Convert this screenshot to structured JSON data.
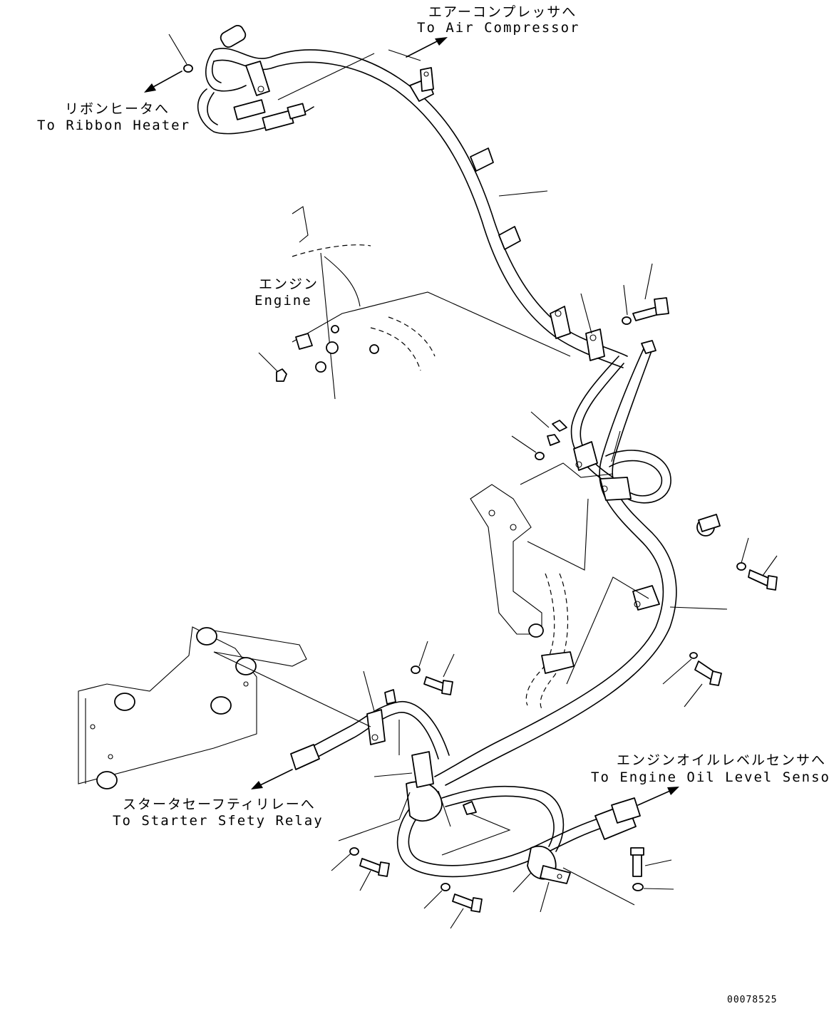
{
  "labels": {
    "air_compressor_jp": "エアーコンプレッサへ",
    "air_compressor_en": "To Air Compressor",
    "ribbon_heater_jp": "リボンヒータへ",
    "ribbon_heater_en": "To Ribbon Heater",
    "engine_jp": "エンジン",
    "engine_en": "Engine",
    "oil_level_jp": "エンジンオイルレベルセンサへ",
    "oil_level_en": "To Engine Oil Level Sensor",
    "starter_relay_jp": "スタータセーフティリレーへ",
    "starter_relay_en": "To Starter Sfety Relay"
  },
  "drawing_code": "00078525"
}
